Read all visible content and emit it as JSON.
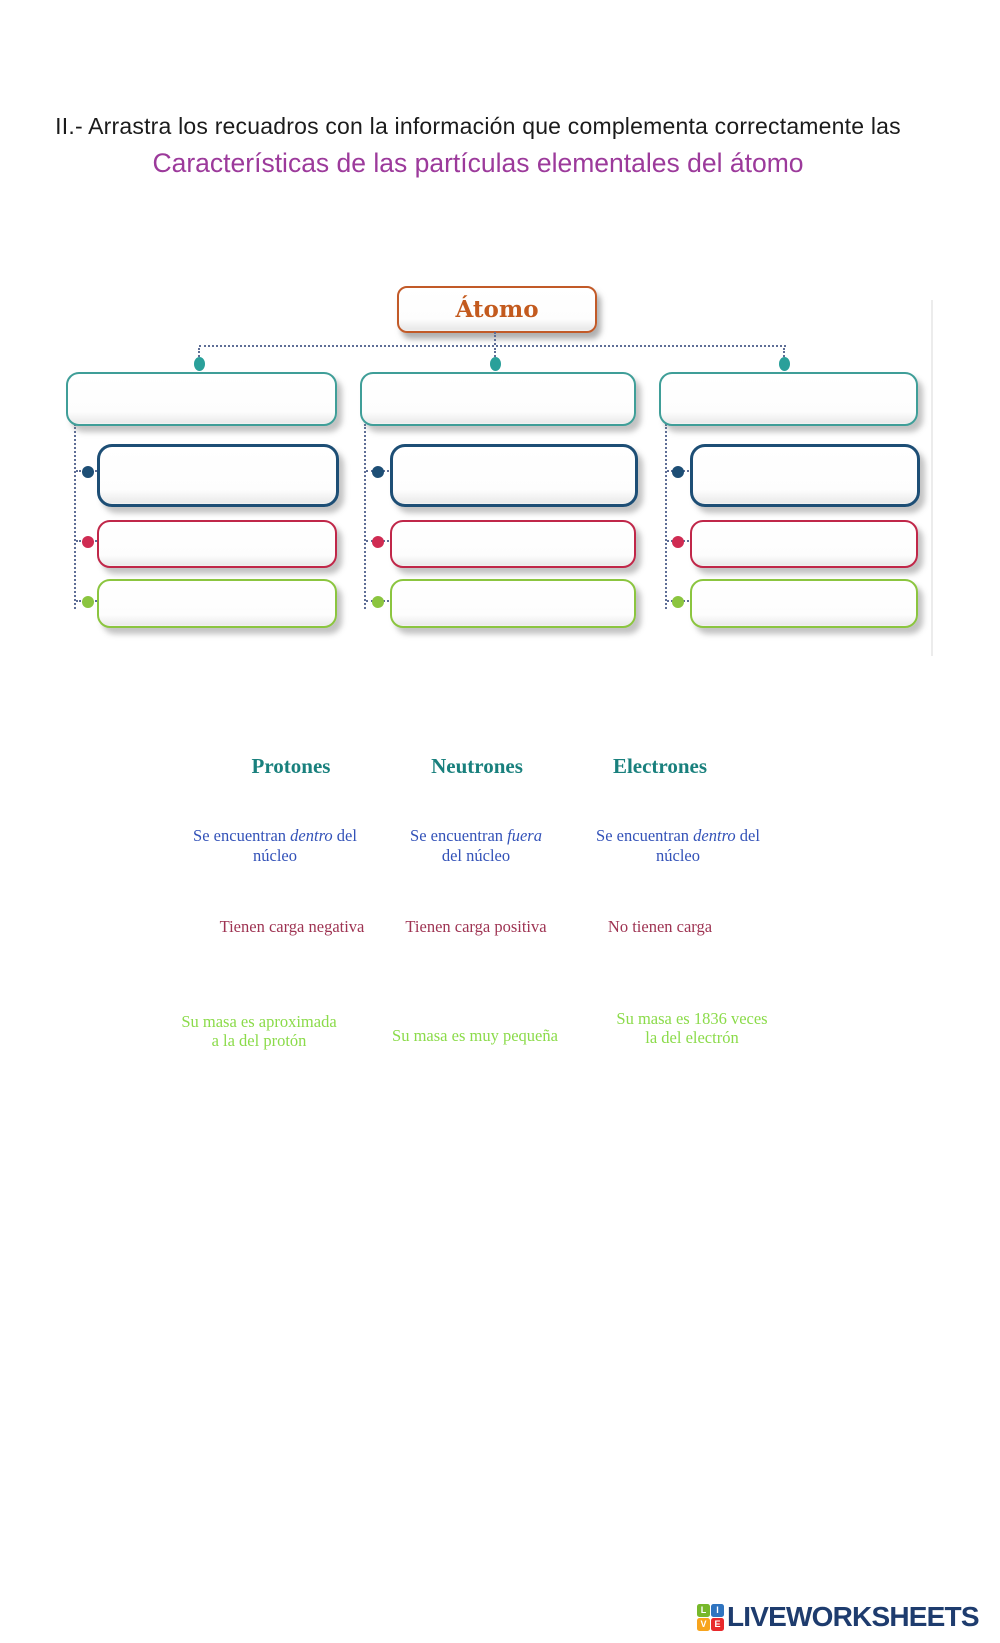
{
  "title": {
    "instruction": "II.- Arrastra los recuadros con la información que complementa correctamente las",
    "subtitle": "Características de las partículas elementales del átomo"
  },
  "diagram": {
    "root_label": "Átomo",
    "drop_rows": [
      "particle-name",
      "location",
      "charge",
      "mass"
    ],
    "columns": 3
  },
  "drag": {
    "names": [
      "Protones",
      "Neutrones",
      "Electrones"
    ],
    "location": [
      {
        "pre": "Se encuentran ",
        "italic": "dentro",
        "post": " del",
        "line2": "núcleo"
      },
      {
        "pre": "Se encuentran ",
        "italic": "fuera",
        "post": "",
        "line2": "del núcleo"
      },
      {
        "pre": "Se encuentran ",
        "italic": "dentro",
        "post": " del",
        "line2": "núcleo"
      }
    ],
    "charge": [
      "Tienen carga negativa",
      "Tienen carga positiva",
      "No tienen carga"
    ],
    "mass": [
      {
        "line1": "Su masa es aproximada",
        "line2": "a la del protón"
      },
      {
        "line1": "Su masa es muy pequeña",
        "line2": ""
      },
      {
        "line1": "Su masa es 1836 veces",
        "line2": "la del electrón"
      }
    ]
  },
  "footer": {
    "brand": "LIVEWORKSHEETS",
    "logo_letters": [
      "L",
      "I",
      "V",
      "E"
    ]
  },
  "colors": {
    "subtitle_purple": "#9c3a9b",
    "atom_orange": "#c35a1e",
    "teal_border": "#3f9e98",
    "navy_border": "#1d4e75",
    "crimson_border": "#c02749",
    "green_border": "#8bc53f",
    "connector_gray_blue": "#5e6e96",
    "teal_text": "#19807d",
    "blue_text": "#3352b8",
    "maroon_text": "#9e3352",
    "green_text": "#8bdb4a",
    "brand_navy": "#1e3c6e"
  }
}
